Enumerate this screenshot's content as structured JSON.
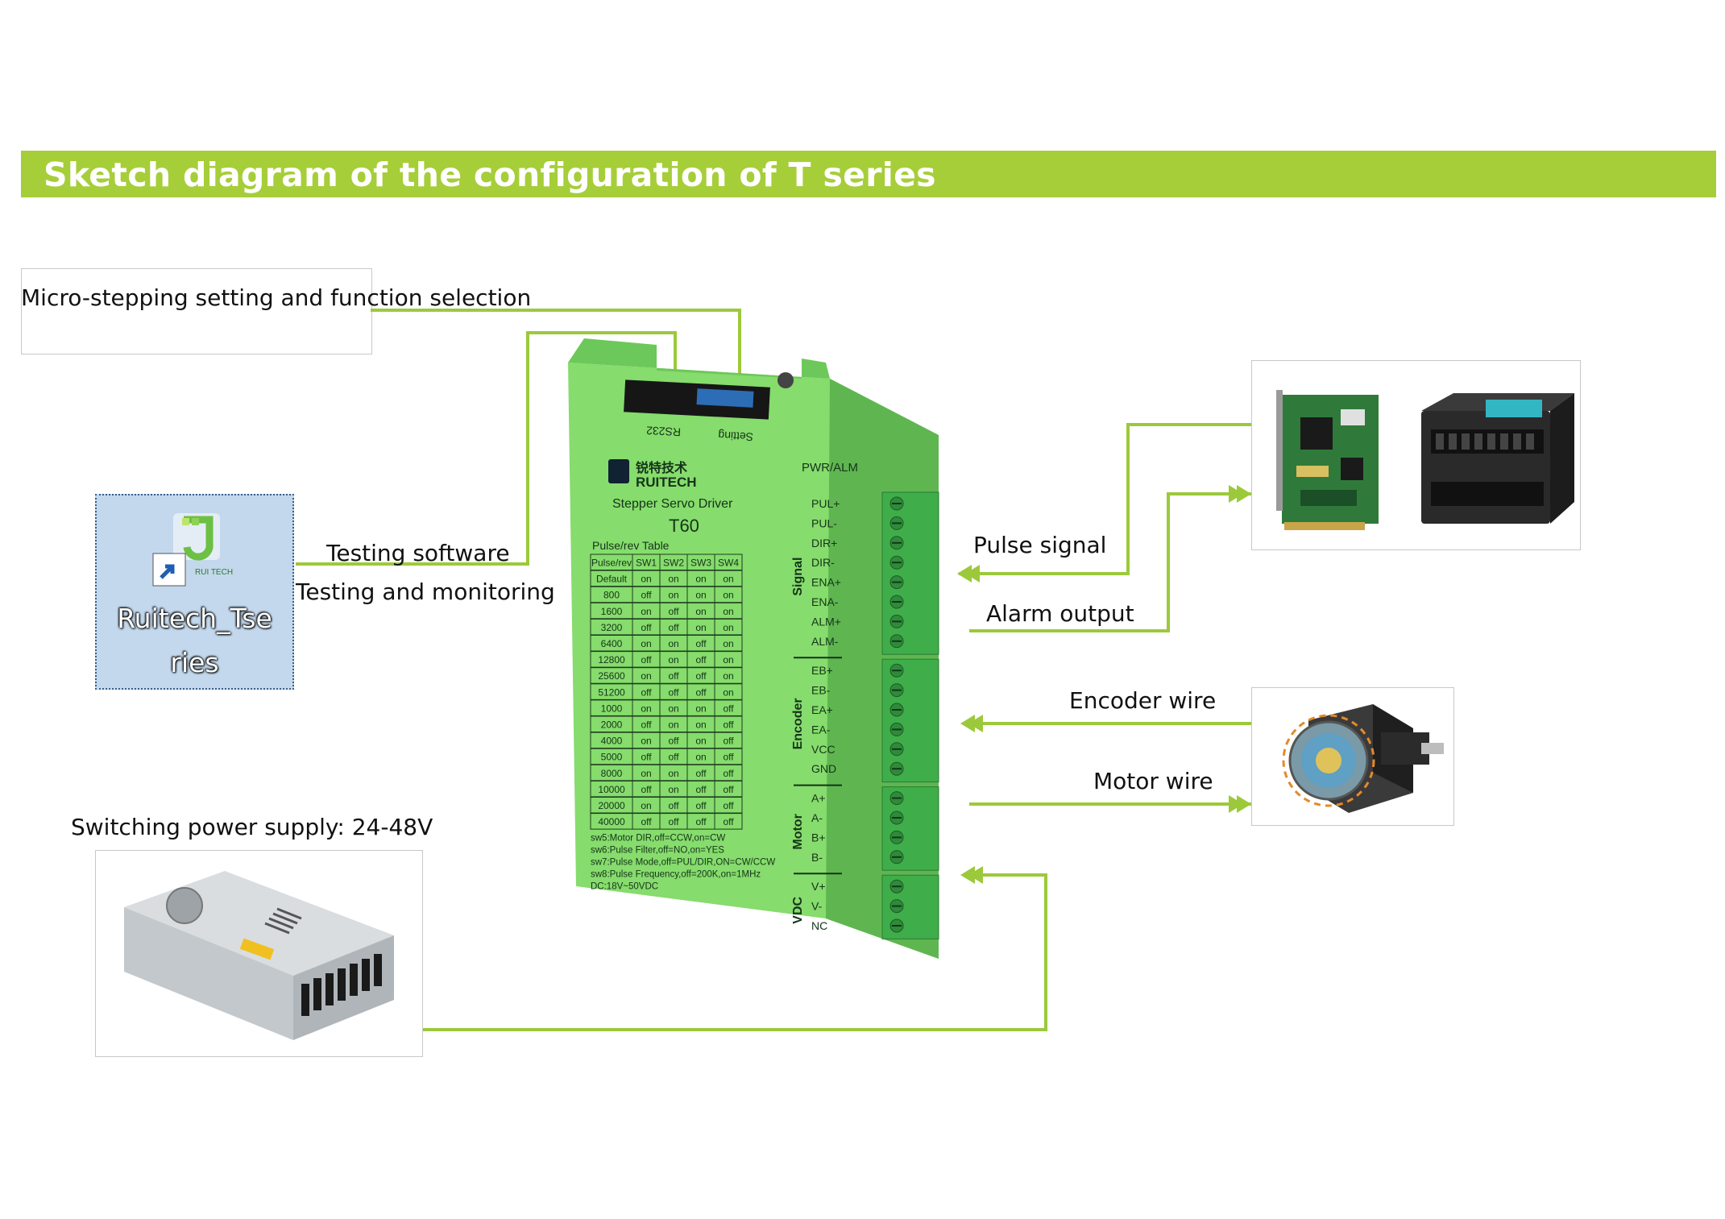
{
  "header": {
    "title": "Sketch diagram of the configuration of T series"
  },
  "callouts": {
    "micro_stepping": "Micro-stepping setting and function selection",
    "testing_software": "Testing software",
    "testing_monitoring": "Testing and monitoring",
    "pulse_signal": "Pulse signal",
    "alarm_output": "Alarm output",
    "encoder_wire": "Encoder wire",
    "motor_wire": "Motor wire",
    "power_supply": "Switching power supply: 24-48V"
  },
  "shortcut": {
    "name": "Ruitech_Tseries",
    "icon": "app-shortcut-icon"
  },
  "driver": {
    "brand_cn": "锐特技术",
    "brand": "RUITECH",
    "subtitle": "Stepper Servo Driver",
    "model": "T60",
    "port_rs232": "RS232",
    "port_setting": "Setting",
    "pwr_alm": "PWR/ALM",
    "table_title": "Pulse/rev Table",
    "table_headers": [
      "Pulse/rev",
      "SW1",
      "SW2",
      "SW3",
      "SW4"
    ],
    "table_rows": [
      [
        "Default",
        "on",
        "on",
        "on",
        "on"
      ],
      [
        "800",
        "off",
        "on",
        "on",
        "on"
      ],
      [
        "1600",
        "on",
        "off",
        "on",
        "on"
      ],
      [
        "3200",
        "off",
        "off",
        "on",
        "on"
      ],
      [
        "6400",
        "on",
        "on",
        "off",
        "on"
      ],
      [
        "12800",
        "off",
        "on",
        "off",
        "on"
      ],
      [
        "25600",
        "on",
        "off",
        "off",
        "on"
      ],
      [
        "51200",
        "off",
        "off",
        "off",
        "on"
      ],
      [
        "1000",
        "on",
        "on",
        "on",
        "off"
      ],
      [
        "2000",
        "off",
        "on",
        "on",
        "off"
      ],
      [
        "4000",
        "on",
        "off",
        "on",
        "off"
      ],
      [
        "5000",
        "off",
        "off",
        "on",
        "off"
      ],
      [
        "8000",
        "on",
        "on",
        "off",
        "off"
      ],
      [
        "10000",
        "off",
        "on",
        "off",
        "off"
      ],
      [
        "20000",
        "on",
        "off",
        "off",
        "off"
      ],
      [
        "40000",
        "off",
        "off",
        "off",
        "off"
      ]
    ],
    "notes": [
      "sw5:Motor DIR,off=CCW,on=CW",
      "sw6:Pulse Filter,off=NO,on=YES",
      "sw7:Pulse Mode,off=PUL/DIR,ON=CW/CCW",
      "sw8:Pulse Frequency,off=200K,on=1MHz",
      "DC:18V~50VDC"
    ],
    "groups": [
      {
        "name": "Signal",
        "pins": [
          "PUL+",
          "PUL-",
          "DIR+",
          "DIR-",
          "ENA+",
          "ENA-",
          "ALM+",
          "ALM-"
        ]
      },
      {
        "name": "Encoder",
        "pins": [
          "EB+",
          "EB-",
          "EA+",
          "EA-",
          "VCC",
          "GND"
        ]
      },
      {
        "name": "Motor",
        "pins": [
          "A+",
          "A-",
          "B+",
          "B-"
        ]
      },
      {
        "name": "VDC",
        "pins": [
          "V+",
          "V-",
          "NC"
        ]
      }
    ]
  },
  "colors": {
    "accent": "#a6ce39",
    "line": "#9cc93b",
    "driver_body": "#7fdc6a",
    "driver_dark": "#4fae43",
    "terminal": "#3fae4a"
  }
}
